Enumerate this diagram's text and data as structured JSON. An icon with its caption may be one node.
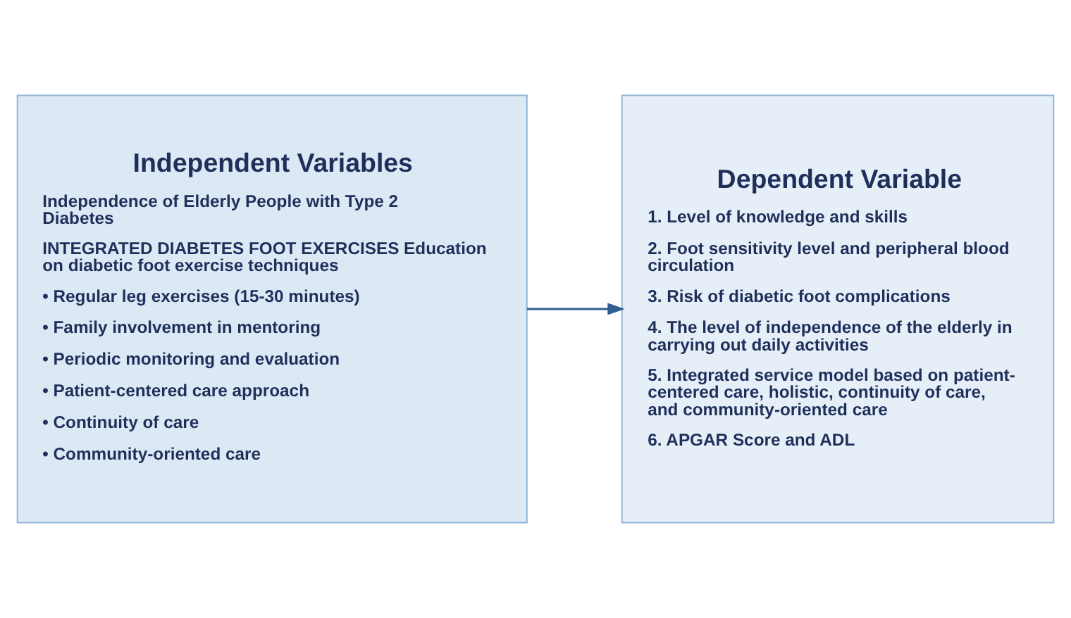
{
  "diagram": {
    "nodes": [
      {
        "text": [
          "Independent Variables",
          "Independence of Elderly People with Type 2 Diabetes",
          "INTEGRATED DIABETES FOOT EXERCISES Education on diabetic foot exercise techniques",
          "• Regular leg exercises (15-30 minutes)",
          "• Family involvement in mentoring",
          "• Periodic monitoring and evaluation",
          "• Patient-centered care approach",
          "• Continuity of care",
          "• Community-oriented care"
        ]
      },
      {
        "text": [
          "Dependent Variable",
          "1. Level of knowledge and skills",
          "2. Foot sensitivity level and peripheral blood circulation",
          "3. Risk of diabetic foot complications",
          "4. The level of independence of the elderly in carrying out daily activities",
          "5. Integrated service model based on patient-centered care, holistic, continuity of care, and community-oriented care",
          "6. APGAR Score and ADL"
        ]
      }
    ],
    "edges": [
      {
        "from": 0,
        "to": 1,
        "arrow": "to"
      }
    ]
  }
}
